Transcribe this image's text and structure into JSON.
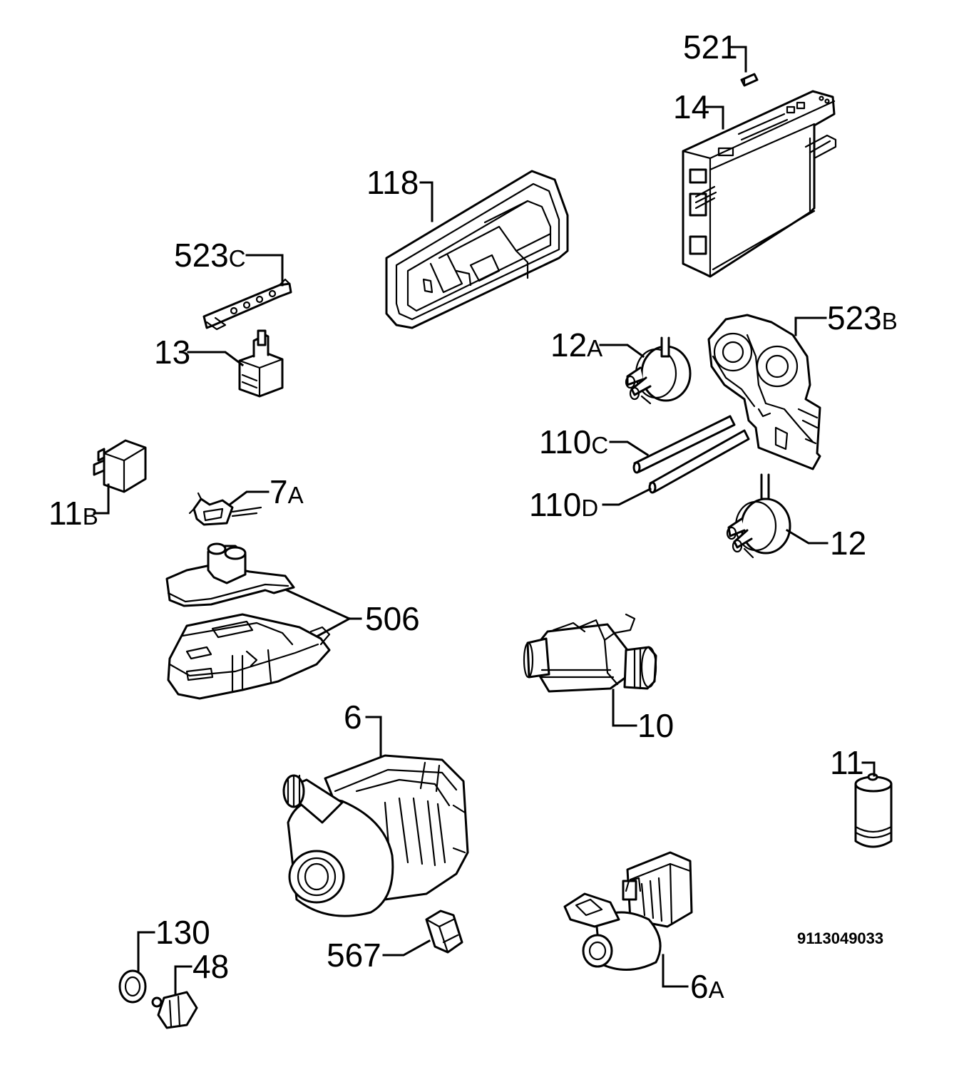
{
  "diagram": {
    "drawing_code": "9113049033",
    "callouts": {
      "p521": {
        "num": "521",
        "suffix": ""
      },
      "p14": {
        "num": "14",
        "suffix": ""
      },
      "p118": {
        "num": "118",
        "suffix": ""
      },
      "p523c": {
        "num": "523",
        "suffix": "C"
      },
      "p523b": {
        "num": "523",
        "suffix": "B"
      },
      "p12a": {
        "num": "12",
        "suffix": "A"
      },
      "p13": {
        "num": "13",
        "suffix": ""
      },
      "p110c": {
        "num": "110",
        "suffix": "C"
      },
      "p110d": {
        "num": "110",
        "suffix": "D"
      },
      "p11b": {
        "num": "11",
        "suffix": "B"
      },
      "p7a": {
        "num": "7",
        "suffix": "A"
      },
      "p12": {
        "num": "12",
        "suffix": ""
      },
      "p506": {
        "num": "506",
        "suffix": ""
      },
      "p10": {
        "num": "10",
        "suffix": ""
      },
      "p6": {
        "num": "6",
        "suffix": ""
      },
      "p11": {
        "num": "11",
        "suffix": ""
      },
      "p130": {
        "num": "130",
        "suffix": ""
      },
      "p48": {
        "num": "48",
        "suffix": ""
      },
      "p567": {
        "num": "567",
        "suffix": ""
      },
      "p6a": {
        "num": "6",
        "suffix": "A"
      }
    }
  }
}
